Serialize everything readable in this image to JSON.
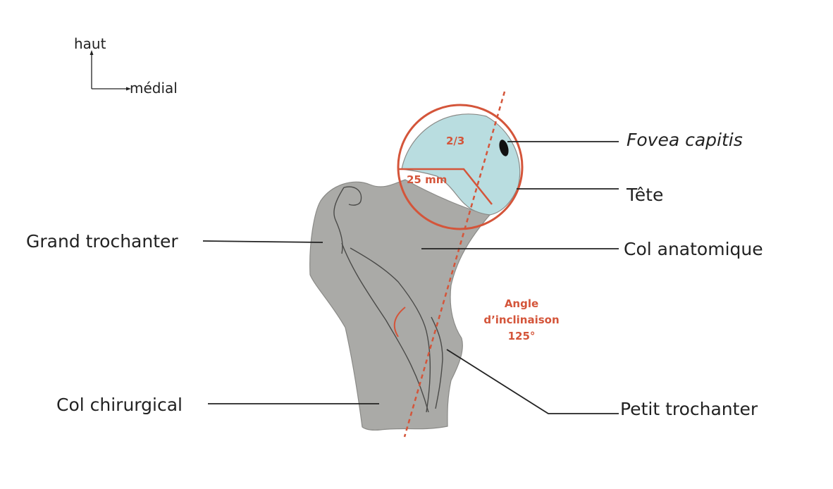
{
  "orientation": {
    "up": "haut",
    "medial": "médial"
  },
  "labels": {
    "fovea": "Fovea capitis",
    "tete": "Tête",
    "grand_trochanter": "Grand trochanter",
    "col_anatomique": "Col anatomique",
    "col_chirurgical": "Col chirurgical",
    "petit_trochanter": "Petit trochanter"
  },
  "annotations": {
    "two_thirds": "2/3",
    "head_depth": "25 mm",
    "angle_line1": "Angle",
    "angle_line2": "d’inclinaison",
    "angle_line3": "125°"
  },
  "colors": {
    "bone": "#aaaaa7",
    "bone_outline": "#7b7b78",
    "cartilage": "#b9dde0",
    "accent": "#d4553a",
    "leader": "#222222"
  }
}
